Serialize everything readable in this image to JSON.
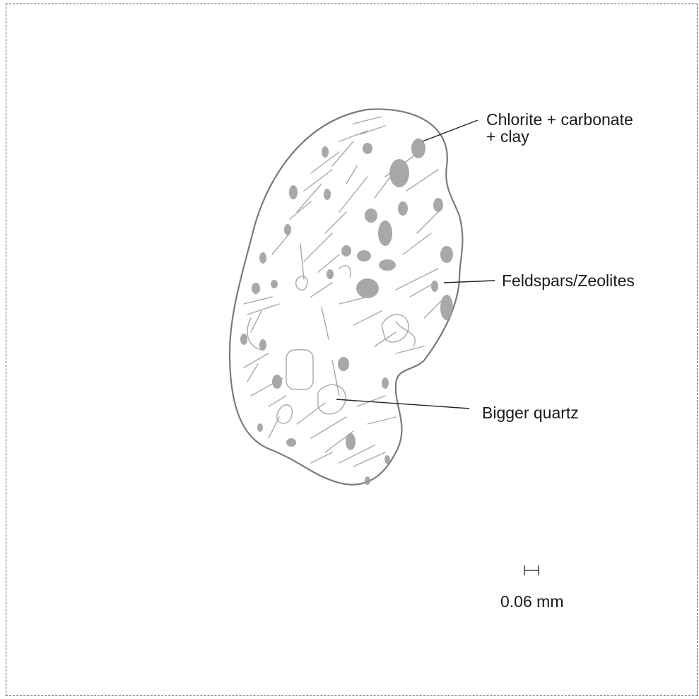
{
  "labels": {
    "chlorite_line1": "Chlorite + carbonate",
    "chlorite_line2": "+ clay",
    "feldspar": "Feldspars/Zeolites",
    "quartz": "Bigger quartz"
  },
  "scale_bar": {
    "text": "0.06 mm"
  },
  "colors": {
    "outline": "#7a7a7a",
    "mineral_fill": "#9a9a9a",
    "sketch_line": "#a8a8a8",
    "leader_line": "#222222"
  }
}
